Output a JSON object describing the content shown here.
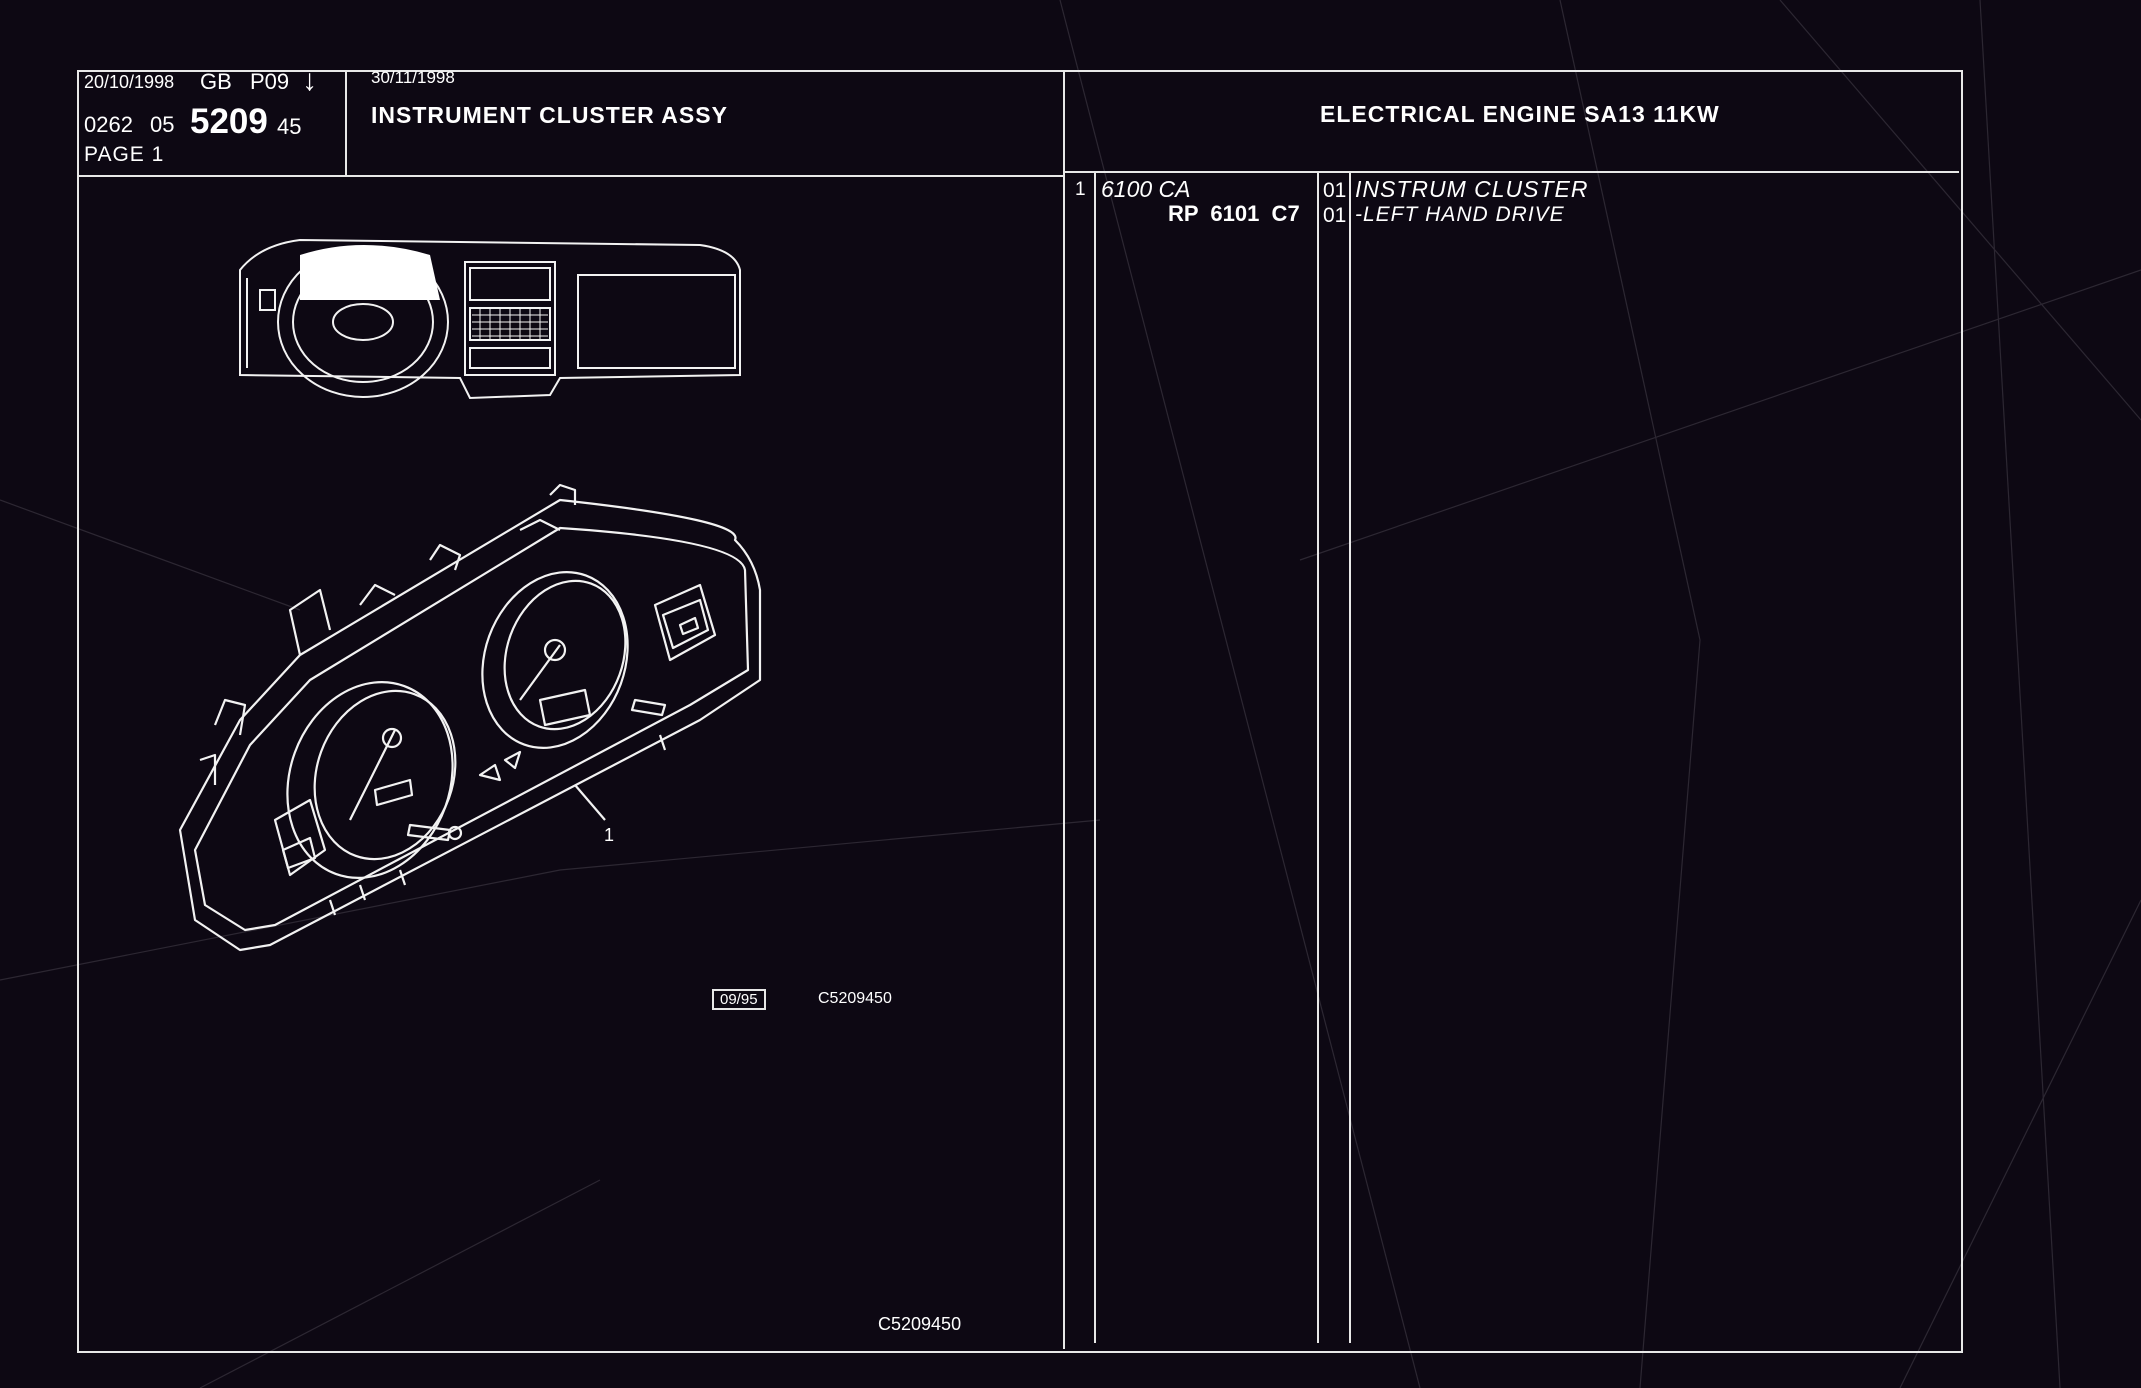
{
  "header": {
    "date_issue": "20/10/1998",
    "country": "GB",
    "code": "P09",
    "arrow_icon": "down-arrow-icon",
    "ref_prefix": "0262",
    "ref_group": "05",
    "ref_main": "5209",
    "ref_suffix": "45",
    "page_label": "PAGE 1",
    "date_revision": "30/11/1998",
    "title": "INSTRUMENT CLUSTER ASSY",
    "section_title": "ELECTRICAL ENGINE SA13 11KW"
  },
  "illustration": {
    "callout_number": "1",
    "stamp_date": "09/95",
    "stamp_code": "C5209450",
    "drawing_code": "C5209450"
  },
  "parts": [
    {
      "ref": "1",
      "code": "6100 CA",
      "qty": "01",
      "description": "INSTRUM CLUSTER"
    },
    {
      "ref": "",
      "code": "RP  6101  C7",
      "qty": "01",
      "description": "-LEFT HAND DRIVE"
    }
  ]
}
